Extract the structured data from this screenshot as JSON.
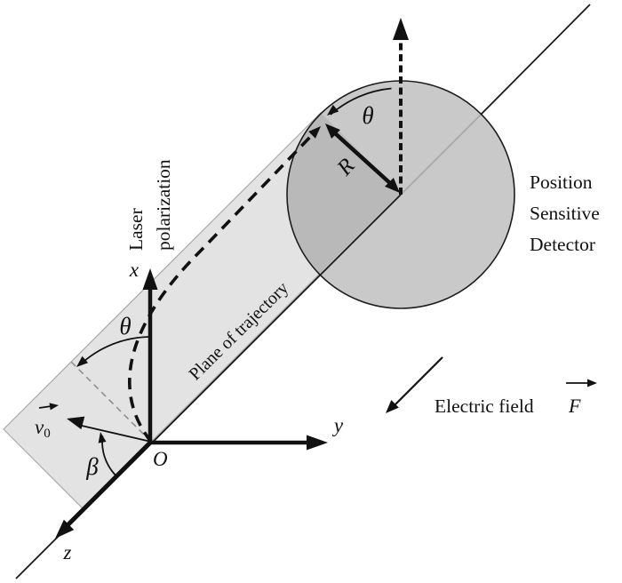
{
  "diagram": {
    "laser_polarization": {
      "line1": "Laser",
      "line2": "polarization"
    },
    "plane_label": "Plane of trajectory",
    "detector": {
      "line1": "Position",
      "line2": "Sensitive",
      "line3": "Detector"
    },
    "electric_field_label": "Electric field",
    "electric_field_symbol": "F",
    "axes": {
      "x": "x",
      "y": "y",
      "z": "z",
      "origin": "O"
    },
    "angles": {
      "theta_launch": "θ",
      "theta_detector": "θ",
      "beta": "β"
    },
    "radius_label": "R",
    "velocity": {
      "symbol": "v",
      "subscript": "0"
    }
  },
  "colors": {
    "plane_fill": "#e3e3e3",
    "detector_fill": "#c9c9c9",
    "overlap_fill": "#b9b9b9",
    "line": "#1a1a1a",
    "gray_line": "#a8a8a8"
  }
}
